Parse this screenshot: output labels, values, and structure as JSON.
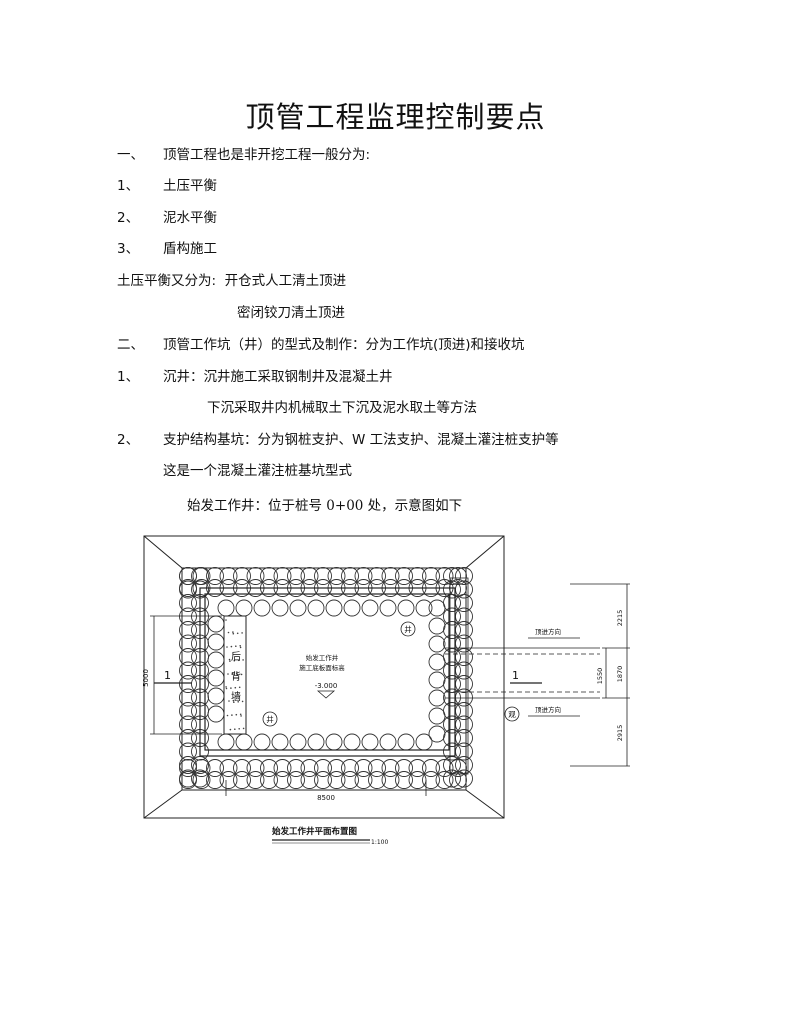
{
  "title": "顶管工程监理控制要点",
  "lines": [
    {
      "num": "一、",
      "text": "顶管工程也是非开挖工程一般分为:"
    },
    {
      "num": "1、",
      "text": "土压平衡"
    },
    {
      "num": "2、",
      "text": "泥水平衡"
    },
    {
      "num": "3、",
      "text": "盾构施工"
    },
    {
      "text": "土压平衡又分为:  开仓式人工清土顶进"
    },
    {
      "text": "密闭铰刀清土顶进"
    },
    {
      "num": "二、",
      "text": "顶管工作坑（井）的型式及制作：分为工作坑(顶进)和接收坑"
    },
    {
      "num": "1、",
      "text": "沉井：沉井施工采取钢制井及混凝土井"
    },
    {
      "text": "下沉采取井内机械取土下沉及泥水取土等方法"
    },
    {
      "num": "2、",
      "text": "支护结构基坑：分为钢桩支护、W 工法支护、混凝土灌注桩支护等"
    },
    {
      "text": "这是一个混凝土灌注桩基坑型式"
    },
    {
      "text": "始发工作井：位于桩号 0+00 处，示意图如下"
    }
  ],
  "drawing": {
    "center_label_1": "始发工作井",
    "center_label_2": "施工底板面标高",
    "elevation": "-3.000",
    "wall_chars": [
      "后",
      "背",
      "墙"
    ],
    "well_mark": "井",
    "observe_mark": "观",
    "section_mark": "1",
    "direction_label": "顶进方向",
    "dim_left": "5000",
    "dim_bottom": "8500",
    "dim_right": [
      "2215",
      "1550",
      "1870",
      "2915"
    ],
    "caption": "始发工作井平面布置图",
    "scale": "1:100"
  }
}
